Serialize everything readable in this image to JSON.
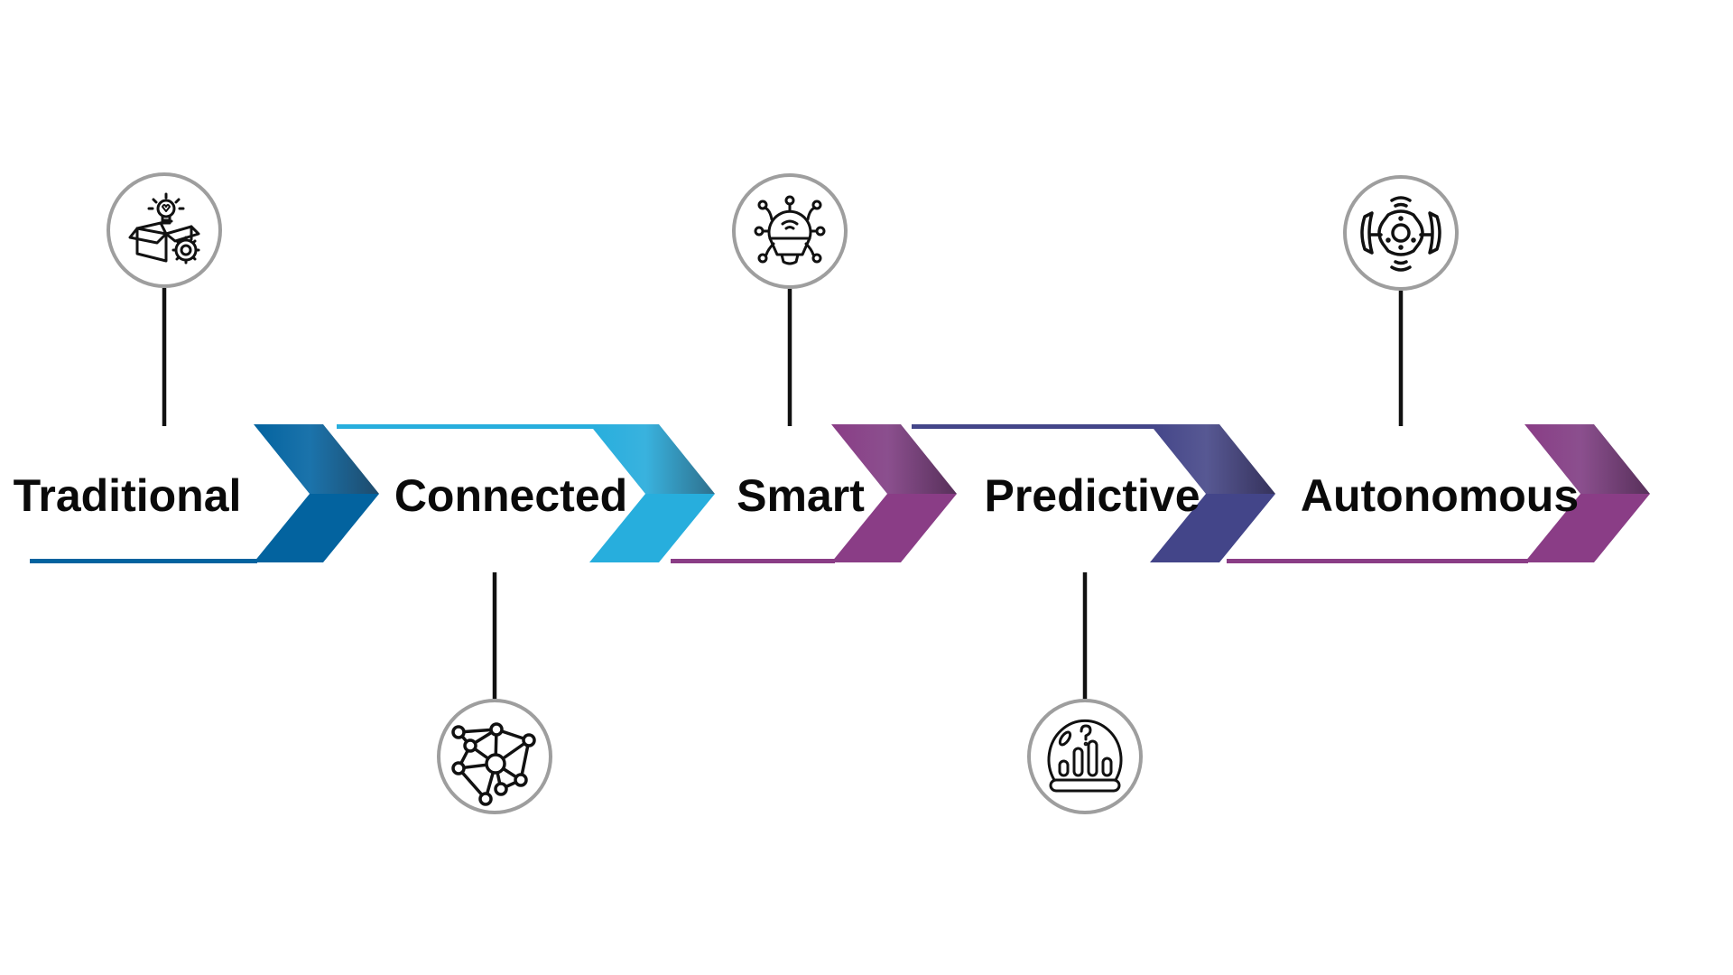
{
  "title": "Evolution stages",
  "stages": [
    {
      "label": "Traditional",
      "icon": "box-lightbulb-gear-icon",
      "color": "#03639f",
      "color_light": "#1b73ab",
      "color_dark": "#1e4a6b",
      "icon_position": "top"
    },
    {
      "label": "Connected",
      "icon": "network-nodes-icon",
      "color": "#27aedd",
      "color_light": "#39b2de",
      "color_dark": "#2e6f8c",
      "icon_position": "bottom"
    },
    {
      "label": "Smart",
      "icon": "smart-bulb-circuit-icon",
      "color": "#8a3d86",
      "color_light": "#8b4f8e",
      "color_dark": "#57305a",
      "icon_position": "top"
    },
    {
      "label": "Predictive",
      "icon": "crystal-ball-chart-icon",
      "color": "#434589",
      "color_light": "#575893",
      "color_dark": "#35325b",
      "icon_position": "bottom"
    },
    {
      "label": "Autonomous",
      "icon": "autonomous-robot-sensor-icon",
      "color": "#8a3d86",
      "color_light": "#8b4f8e",
      "color_dark": "#57305a",
      "icon_position": "top"
    }
  ],
  "circle_stroke": "#9e9e9e",
  "stem_color": "#111111",
  "icon_color": "#111111"
}
